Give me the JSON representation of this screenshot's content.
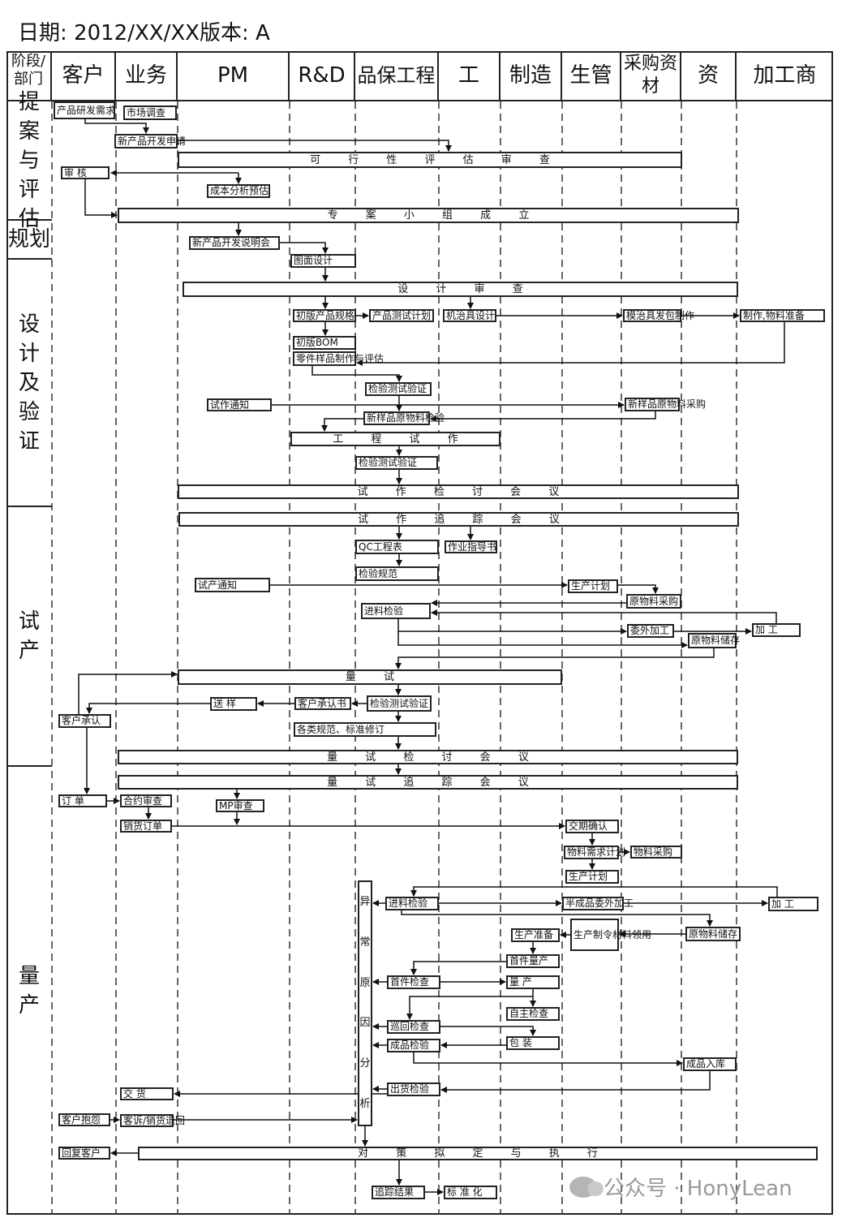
{
  "title": "日期:  2012/XX/XX版本: A",
  "header": {
    "corner": "阶段/部门",
    "columns": [
      "客户",
      "业务",
      "PM",
      "R&D",
      "品保工程",
      "工",
      "制造",
      "生管",
      "采购资材",
      "资",
      "加工商"
    ]
  },
  "phases": [
    "提案与评估",
    "规划",
    "设计及验证",
    "试产",
    "量产"
  ],
  "nodes": [
    "产品研发需求",
    "市场调查",
    "新产品开发申请",
    "可 行 性 评 估 审 查",
    "审  核",
    "成本分析预估",
    "专 案 小 组 成 立",
    "新产品开发说明会",
    "图面设计",
    "设 计 审 查",
    "初版产品规格",
    "产品测试计划",
    "机治具设计",
    "模治具发包制作",
    "制作,物料准备",
    "初版BOM",
    "零件样品制作与评估",
    "检验测试验证",
    "试作通知",
    "新样品原物料采购",
    "新样品原物料检验",
    "工 程 试 作",
    "检验测试验证",
    "试 作 检 讨 会 议",
    "试 作 追 踪 会 议",
    "QC工程表",
    "作业指导书",
    "检验规范",
    "试产通知",
    "生产计划",
    "原物料采购",
    "进料检验",
    "委外加工",
    "加  工",
    "原物料储存",
    "量 试",
    "送  样",
    "客户承认书",
    "检验测试验证",
    "客户承认",
    "各类规范、标准修订",
    "量 试 检 讨 会 议",
    "量 试 追 踪 会 议",
    "订  单",
    "合约审查",
    "MP审查",
    "销货订单",
    "交期确认",
    "物料需求计划",
    "物料采购",
    "生产计划",
    "异常原因分析",
    "进料检验",
    "半成品委外加工",
    "加  工",
    "生产制令材料领用",
    "生产准备",
    "原物料储存",
    "首件量产",
    "首件检查",
    "量  产",
    "自主检查",
    "巡回检查",
    "成品检验",
    "包  装",
    "成品入库",
    "出货检验",
    "交  货",
    "客户抱怨",
    "客诉/销货退回",
    "回复客户",
    "对 策 拟 定 与 执 行",
    "追踪结果",
    "标 准 化"
  ],
  "watermark": "公众号 · HonyLean"
}
